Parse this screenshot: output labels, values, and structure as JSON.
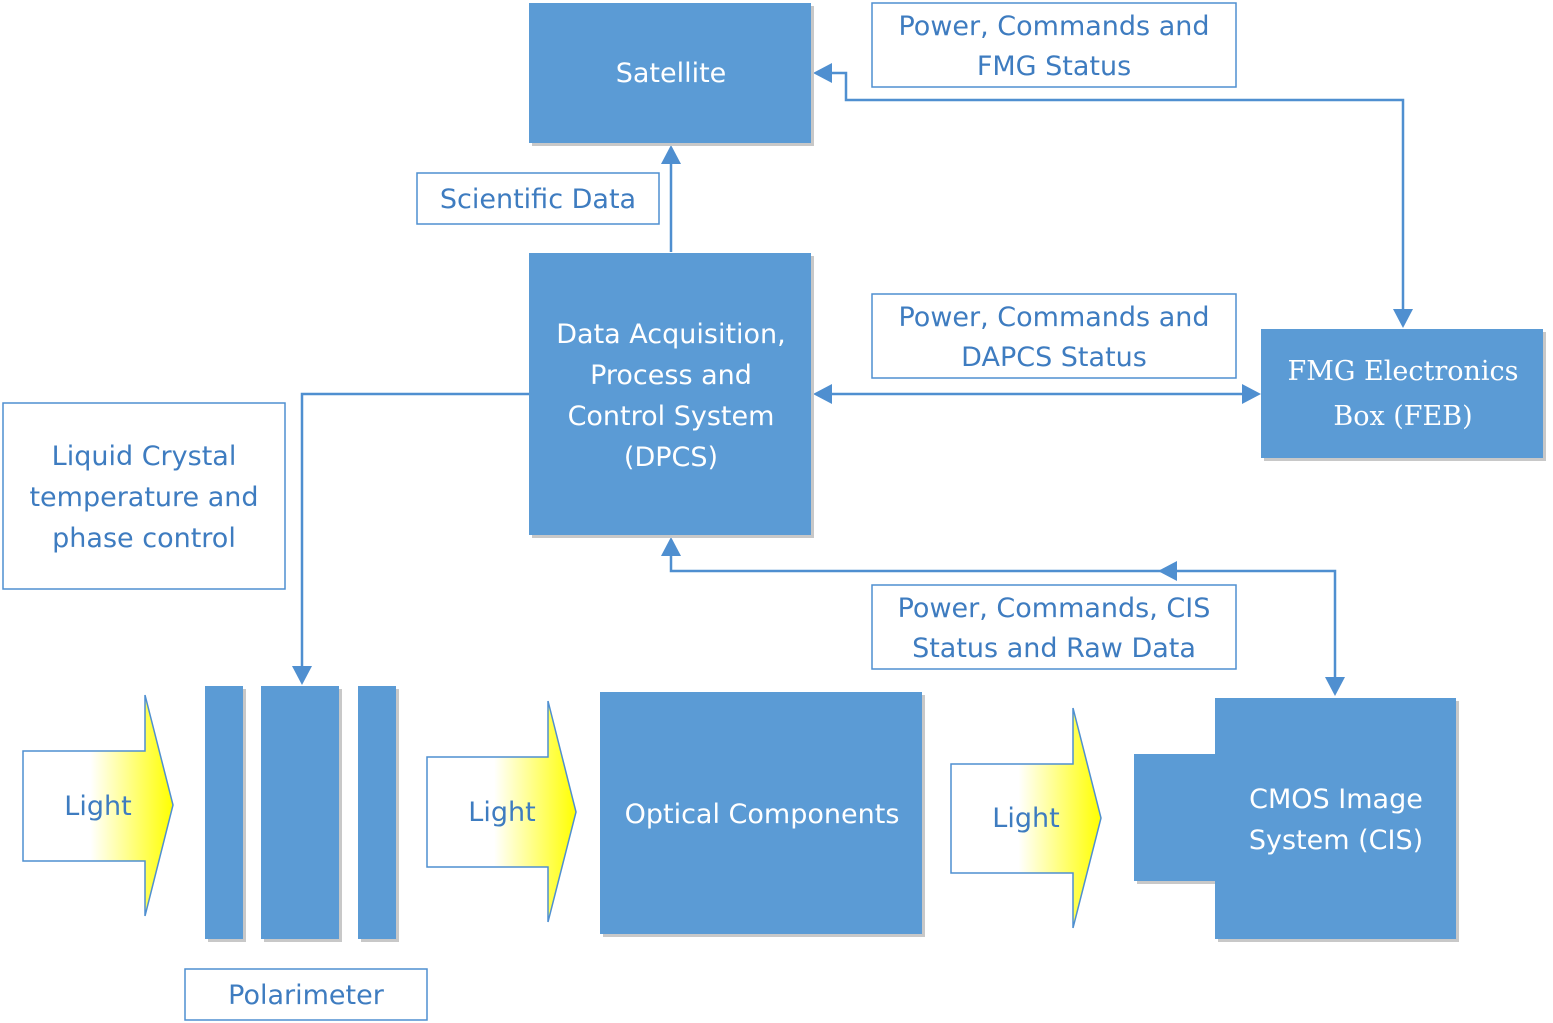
{
  "blocks": {
    "satellite": "Satellite",
    "dpcs": [
      "Data Acquisition,",
      "Process and",
      "Control System",
      "(DPCS)"
    ],
    "feb": [
      "FMG Electronics",
      "Box (FEB)"
    ],
    "optical": "Optical Components",
    "cmos": [
      "CMOS Image",
      "System (CIS)"
    ]
  },
  "labels": {
    "satellite_link": [
      "Power, Commands and",
      "FMG Status"
    ],
    "scientific_data": "Scientific Data",
    "feb_link": [
      "Power, Commands and",
      "DAPCS Status"
    ],
    "cis_link": [
      "Power, Commands, CIS",
      "Status and Raw  Data"
    ],
    "liquid_crystal": [
      "Liquid Crystal",
      "temperature and",
      "phase control"
    ],
    "polarimeter": "Polarimeter"
  },
  "light": {
    "label_1": "Light",
    "label_2": "Light",
    "label_3": "Light"
  },
  "colors": {
    "block": "#5b9bd5",
    "line": "#4f8fd0",
    "label_text": "#3e7cc0",
    "light_gradient_start": "#ffffff",
    "light_gradient_end": "#ffff00"
  }
}
